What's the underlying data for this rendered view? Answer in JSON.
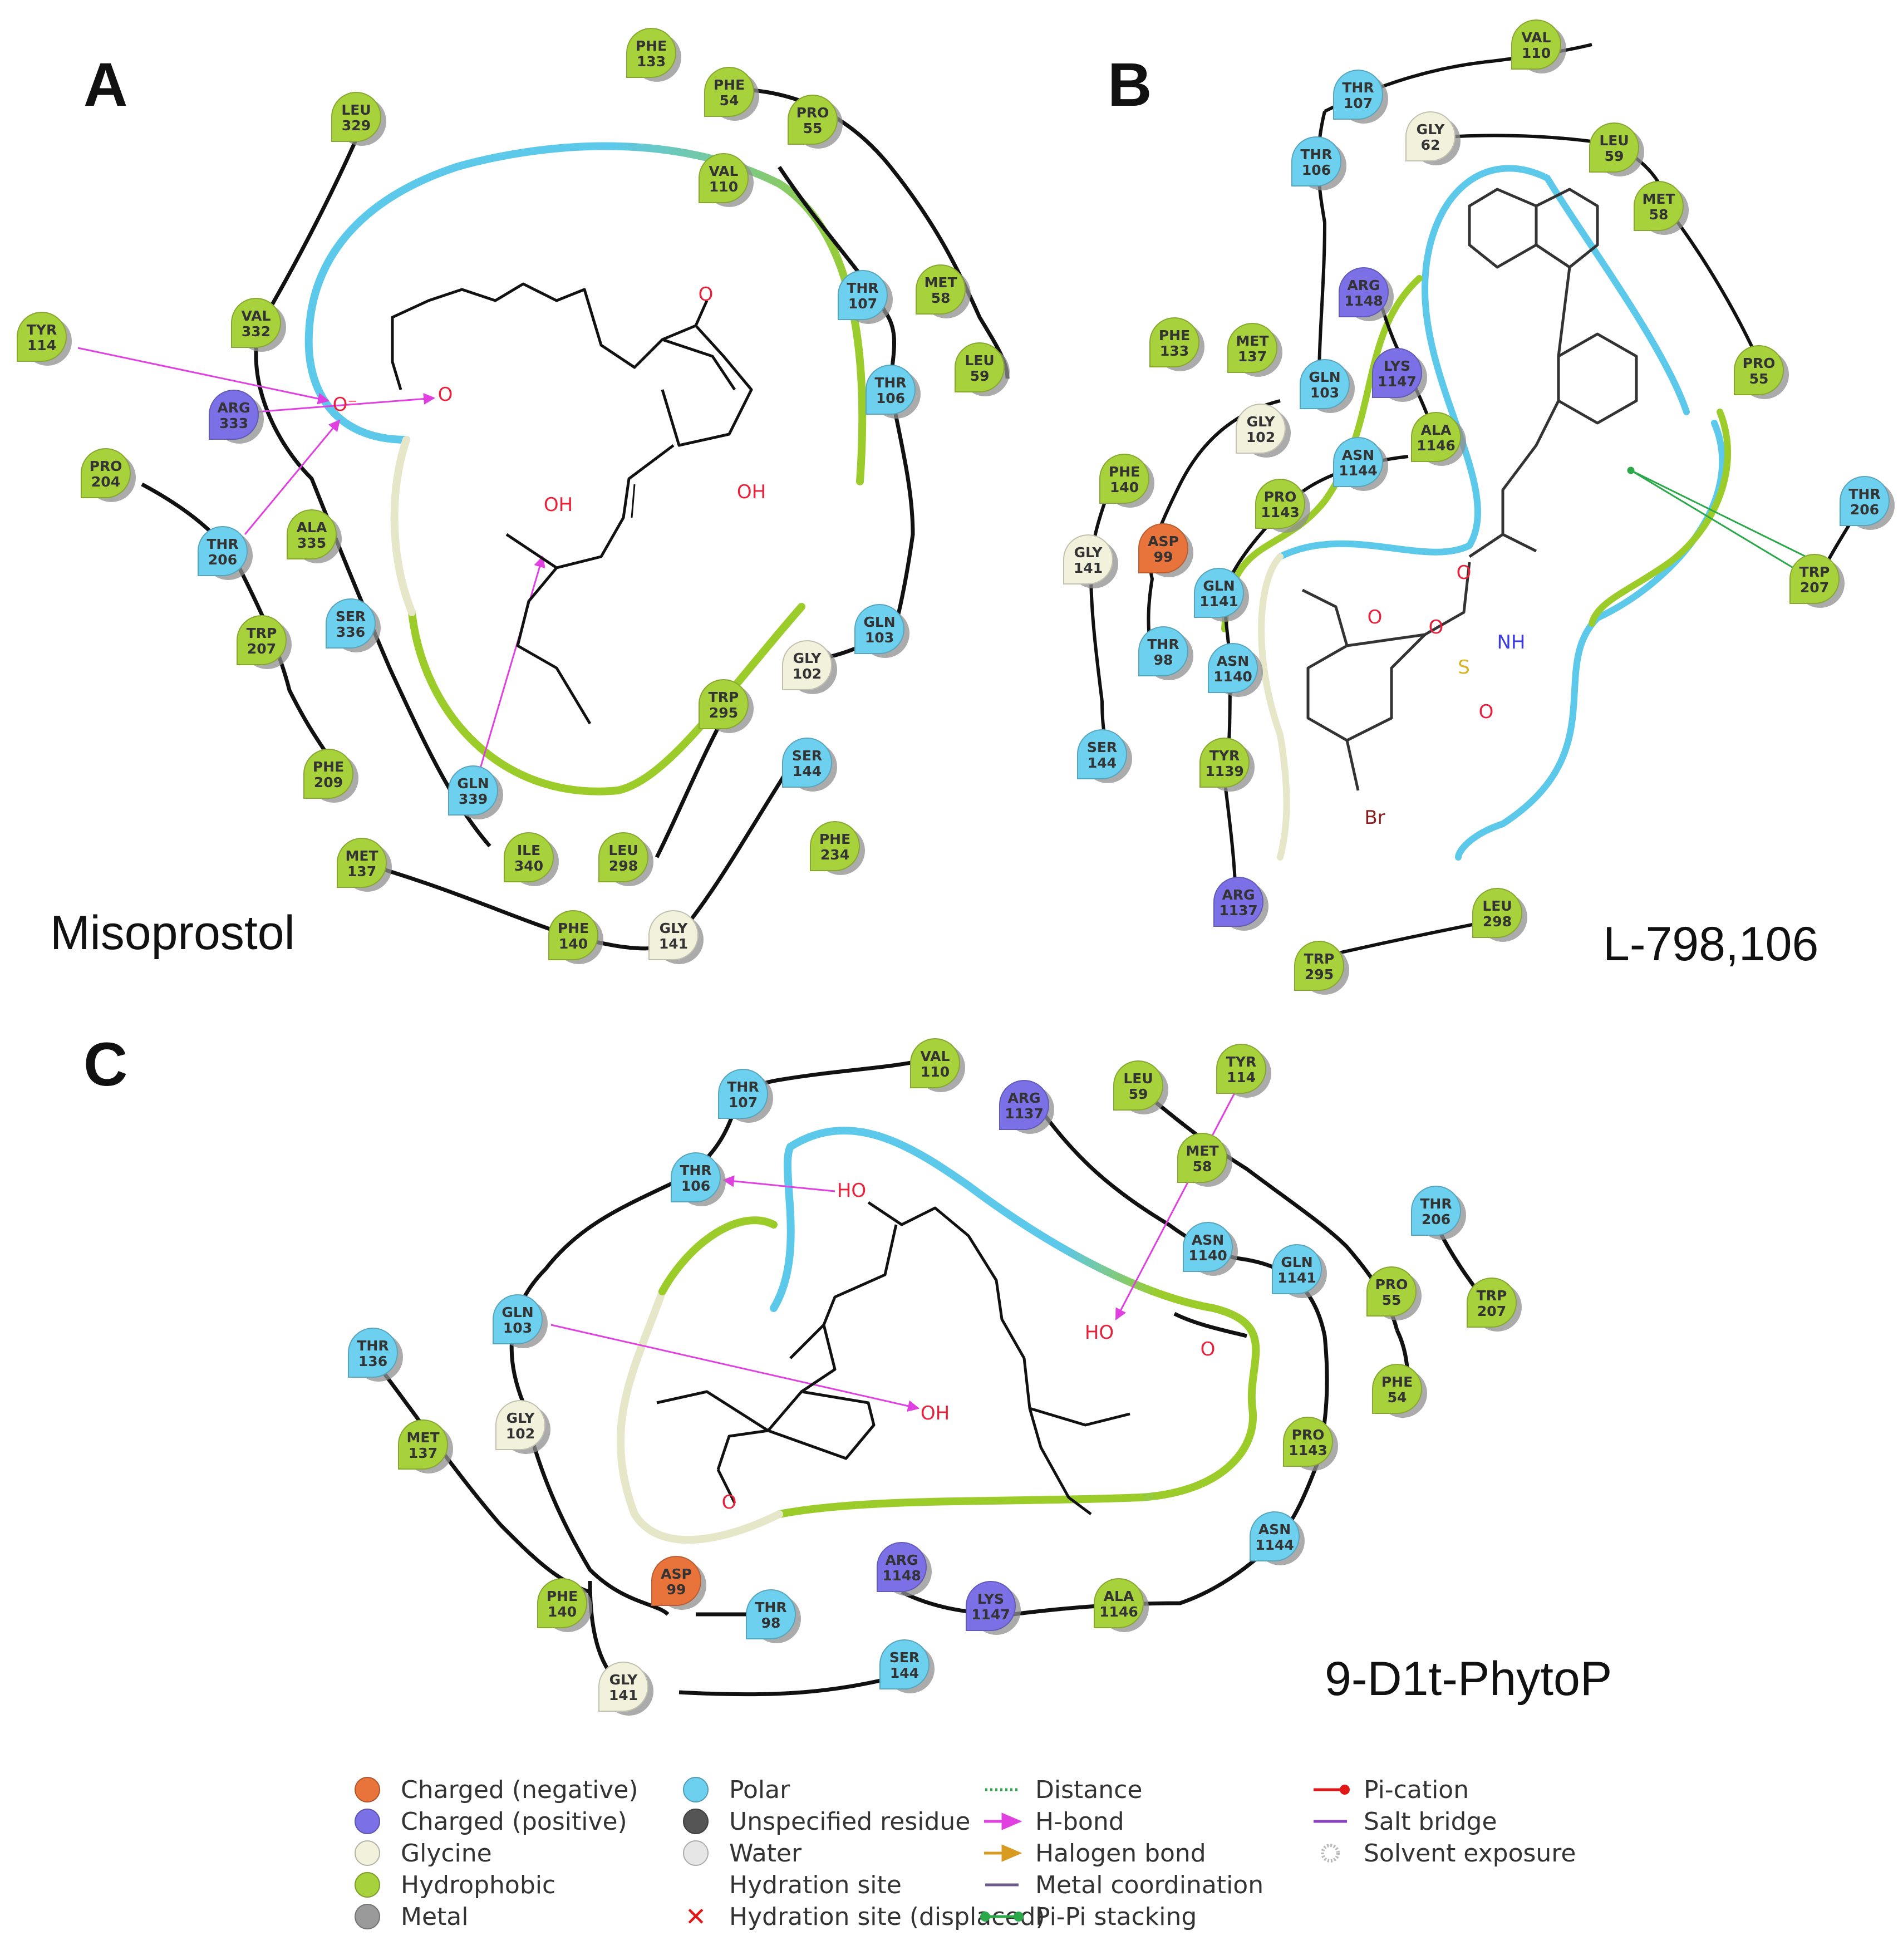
{
  "colors": {
    "negative": "#e8743c",
    "positive": "#7b70e6",
    "glycine": "#f2f1dc",
    "hydrophobic": "#a8d23c",
    "metal": "#9a9a9a",
    "polar": "#6dd0ee",
    "unspecified": "#555555",
    "water": "#e6e6e6",
    "hbond": "#e040e0",
    "pipi": "#2aa84a",
    "pocket_polar": "#5cc8ea",
    "pocket_hydrophobic": "#9ccc2a",
    "pocket_glycine": "#e6e6c8"
  },
  "panels": [
    {
      "letter": "A",
      "ligand": "Misoprostol",
      "atoms": [
        "O",
        "O",
        "O⁻",
        "OH",
        "OH"
      ],
      "residues": [
        {
          "name": "PHE",
          "num": "133",
          "type": "hydrophobic"
        },
        {
          "name": "PHE",
          "num": "54",
          "type": "hydrophobic"
        },
        {
          "name": "PRO",
          "num": "55",
          "type": "hydrophobic"
        },
        {
          "name": "LEU",
          "num": "329",
          "type": "hydrophobic"
        },
        {
          "name": "VAL",
          "num": "110",
          "type": "hydrophobic"
        },
        {
          "name": "THR",
          "num": "107",
          "type": "polar"
        },
        {
          "name": "MET",
          "num": "58",
          "type": "hydrophobic"
        },
        {
          "name": "LEU",
          "num": "59",
          "type": "hydrophobic"
        },
        {
          "name": "THR",
          "num": "106",
          "type": "polar"
        },
        {
          "name": "VAL",
          "num": "332",
          "type": "hydrophobic"
        },
        {
          "name": "TYR",
          "num": "114",
          "type": "hydrophobic"
        },
        {
          "name": "ARG",
          "num": "333",
          "type": "positive"
        },
        {
          "name": "PRO",
          "num": "204",
          "type": "hydrophobic"
        },
        {
          "name": "ALA",
          "num": "335",
          "type": "hydrophobic"
        },
        {
          "name": "THR",
          "num": "206",
          "type": "polar"
        },
        {
          "name": "SER",
          "num": "336",
          "type": "polar"
        },
        {
          "name": "TRP",
          "num": "207",
          "type": "hydrophobic"
        },
        {
          "name": "GLN",
          "num": "103",
          "type": "polar"
        },
        {
          "name": "GLY",
          "num": "102",
          "type": "glycine"
        },
        {
          "name": "TRP",
          "num": "295",
          "type": "hydrophobic"
        },
        {
          "name": "SER",
          "num": "144",
          "type": "polar"
        },
        {
          "name": "PHE",
          "num": "209",
          "type": "hydrophobic"
        },
        {
          "name": "GLN",
          "num": "339",
          "type": "polar"
        },
        {
          "name": "ILE",
          "num": "340",
          "type": "hydrophobic"
        },
        {
          "name": "LEU",
          "num": "298",
          "type": "hydrophobic"
        },
        {
          "name": "PHE",
          "num": "234",
          "type": "hydrophobic"
        },
        {
          "name": "MET",
          "num": "137",
          "type": "hydrophobic"
        },
        {
          "name": "PHE",
          "num": "140",
          "type": "hydrophobic"
        },
        {
          "name": "GLY",
          "num": "141",
          "type": "glycine"
        }
      ]
    },
    {
      "letter": "B",
      "ligand": "L-798,106",
      "atoms": [
        "O",
        "O",
        "O",
        "NH",
        "S",
        "O",
        "Br"
      ],
      "residues": [
        {
          "name": "VAL",
          "num": "110",
          "type": "hydrophobic"
        },
        {
          "name": "THR",
          "num": "107",
          "type": "polar"
        },
        {
          "name": "GLY",
          "num": "62",
          "type": "glycine"
        },
        {
          "name": "LEU",
          "num": "59",
          "type": "hydrophobic"
        },
        {
          "name": "THR",
          "num": "106",
          "type": "polar"
        },
        {
          "name": "MET",
          "num": "58",
          "type": "hydrophobic"
        },
        {
          "name": "ARG",
          "num": "1148",
          "type": "positive"
        },
        {
          "name": "LYS",
          "num": "1147",
          "type": "positive"
        },
        {
          "name": "PHE",
          "num": "133",
          "type": "hydrophobic"
        },
        {
          "name": "MET",
          "num": "137",
          "type": "hydrophobic"
        },
        {
          "name": "GLN",
          "num": "103",
          "type": "polar"
        },
        {
          "name": "PRO",
          "num": "55",
          "type": "hydrophobic"
        },
        {
          "name": "GLY",
          "num": "102",
          "type": "glycine"
        },
        {
          "name": "ALA",
          "num": "1146",
          "type": "hydrophobic"
        },
        {
          "name": "ASN",
          "num": "1144",
          "type": "polar"
        },
        {
          "name": "PHE",
          "num": "140",
          "type": "hydrophobic"
        },
        {
          "name": "PRO",
          "num": "1143",
          "type": "hydrophobic"
        },
        {
          "name": "THR",
          "num": "206",
          "type": "polar"
        },
        {
          "name": "GLY",
          "num": "141",
          "type": "glycine"
        },
        {
          "name": "ASP",
          "num": "99",
          "type": "negative"
        },
        {
          "name": "GLN",
          "num": "1141",
          "type": "polar"
        },
        {
          "name": "TRP",
          "num": "207",
          "type": "hydrophobic"
        },
        {
          "name": "THR",
          "num": "98",
          "type": "polar"
        },
        {
          "name": "ASN",
          "num": "1140",
          "type": "polar"
        },
        {
          "name": "SER",
          "num": "144",
          "type": "polar"
        },
        {
          "name": "TYR",
          "num": "1139",
          "type": "hydrophobic"
        },
        {
          "name": "ARG",
          "num": "1137",
          "type": "positive"
        },
        {
          "name": "LEU",
          "num": "298",
          "type": "hydrophobic"
        },
        {
          "name": "TRP",
          "num": "295",
          "type": "hydrophobic"
        }
      ]
    },
    {
      "letter": "C",
      "ligand": "9-D1t-PhytoP",
      "atoms": [
        "HO",
        "HO",
        "O",
        "OH",
        "O"
      ],
      "residues": [
        {
          "name": "VAL",
          "num": "110",
          "type": "hydrophobic"
        },
        {
          "name": "THR",
          "num": "107",
          "type": "polar"
        },
        {
          "name": "ARG",
          "num": "1137",
          "type": "positive"
        },
        {
          "name": "LEU",
          "num": "59",
          "type": "hydrophobic"
        },
        {
          "name": "TYR",
          "num": "114",
          "type": "hydrophobic"
        },
        {
          "name": "THR",
          "num": "106",
          "type": "polar"
        },
        {
          "name": "MET",
          "num": "58",
          "type": "hydrophobic"
        },
        {
          "name": "THR",
          "num": "206",
          "type": "polar"
        },
        {
          "name": "ASN",
          "num": "1140",
          "type": "polar"
        },
        {
          "name": "GLN",
          "num": "1141",
          "type": "polar"
        },
        {
          "name": "PRO",
          "num": "55",
          "type": "hydrophobic"
        },
        {
          "name": "TRP",
          "num": "207",
          "type": "hydrophobic"
        },
        {
          "name": "GLN",
          "num": "103",
          "type": "polar"
        },
        {
          "name": "THR",
          "num": "136",
          "type": "polar"
        },
        {
          "name": "PHE",
          "num": "54",
          "type": "hydrophobic"
        },
        {
          "name": "MET",
          "num": "137",
          "type": "hydrophobic"
        },
        {
          "name": "GLY",
          "num": "102",
          "type": "glycine"
        },
        {
          "name": "PRO",
          "num": "1143",
          "type": "hydrophobic"
        },
        {
          "name": "ASN",
          "num": "1144",
          "type": "polar"
        },
        {
          "name": "ARG",
          "num": "1148",
          "type": "positive"
        },
        {
          "name": "ASP",
          "num": "99",
          "type": "negative"
        },
        {
          "name": "PHE",
          "num": "140",
          "type": "hydrophobic"
        },
        {
          "name": "THR",
          "num": "98",
          "type": "polar"
        },
        {
          "name": "LYS",
          "num": "1147",
          "type": "positive"
        },
        {
          "name": "ALA",
          "num": "1146",
          "type": "hydrophobic"
        },
        {
          "name": "SER",
          "num": "144",
          "type": "polar"
        },
        {
          "name": "GLY",
          "num": "141",
          "type": "glycine"
        }
      ]
    }
  ],
  "legend": {
    "residue_types": [
      {
        "label": "Charged (negative)",
        "type": "negative"
      },
      {
        "label": "Charged (positive)",
        "type": "positive"
      },
      {
        "label": "Glycine",
        "type": "glycine"
      },
      {
        "label": "Hydrophobic",
        "type": "hydrophobic"
      },
      {
        "label": "Metal",
        "type": "metal"
      },
      {
        "label": "Polar",
        "type": "polar"
      },
      {
        "label": "Unspecified residue",
        "type": "unspecified"
      },
      {
        "label": "Water",
        "type": "water"
      },
      {
        "label": "Hydration site",
        "type": "none"
      },
      {
        "label": "Hydration site (displaced)",
        "type": "cross"
      }
    ],
    "interactions": [
      {
        "label": "Distance",
        "kind": "dotted",
        "color": "#2aa84a"
      },
      {
        "label": "H-bond",
        "kind": "arrow",
        "color": "#e040e0"
      },
      {
        "label": "Halogen bond",
        "kind": "arrow",
        "color": "#d99a20"
      },
      {
        "label": "Metal coordination",
        "kind": "line",
        "color": "#6a5a8a"
      },
      {
        "label": "Pi-Pi stacking",
        "kind": "dumbbell",
        "color": "#2aa84a"
      },
      {
        "label": "Pi-cation",
        "kind": "dot-line",
        "color": "#e01818"
      },
      {
        "label": "Salt bridge",
        "kind": "line",
        "color": "#8a40c0"
      },
      {
        "label": "Solvent exposure",
        "kind": "ring",
        "color": "#bbbbbb"
      }
    ]
  }
}
